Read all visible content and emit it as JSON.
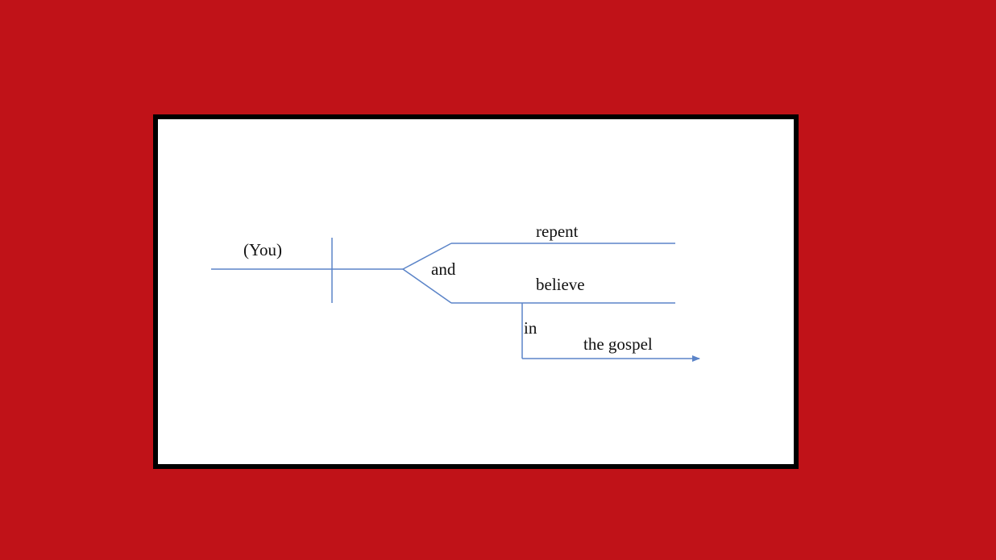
{
  "colors": {
    "background": "#C01218",
    "frame_border": "#000000",
    "panel": "#FFFFFF",
    "line": "#5B84C8",
    "text": "#111111"
  },
  "diagram": {
    "subject": "(You)",
    "conjunction": "and",
    "verb_1": "repent",
    "verb_2": "believe",
    "preposition": "in",
    "object": "the gospel"
  }
}
